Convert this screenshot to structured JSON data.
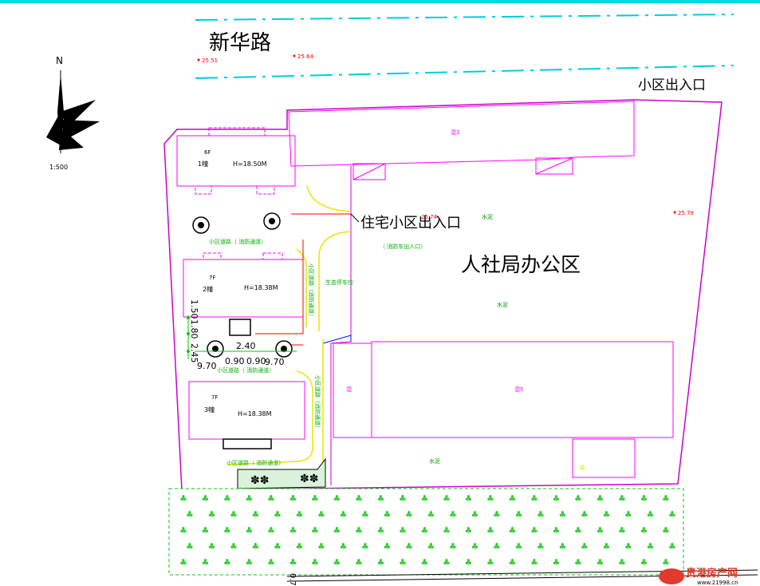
{
  "road": {
    "name": "新华路",
    "elev_a": "25.51",
    "elev_b": "25.64"
  },
  "north": {
    "letter": "N",
    "scale": "1:500"
  },
  "labels": {
    "community_exit": "小区出入口",
    "residential_exit": "住宅小区出入口",
    "office_area": "人社局办公区",
    "fire_exit": "（ 消防车出入口）",
    "elev_right": "25.78",
    "elev_mid": "25.74"
  },
  "buildings": [
    {
      "floors": "6F",
      "name": "1幢",
      "height": "H=18.50M"
    },
    {
      "floors": "7F",
      "name": "2幢",
      "height": "H=18.38M"
    },
    {
      "floors": "7F",
      "name": "3幢",
      "height": "H=18.38M"
    }
  ],
  "office_buildings": {
    "b3": "混3",
    "b5": "混5",
    "small": "混",
    "shed": "砖"
  },
  "surfaces": {
    "cement": "水泥",
    "ecological": "生态停车位"
  },
  "roads": {
    "fire_lane": "小区道路（ 消防通道）",
    "fire_lane_v": "小区道路（消防通道）"
  },
  "dims": {
    "d150": "1.50",
    "d180": "1.80",
    "d245": "2.45",
    "d240": "2.40",
    "d970a": "9.70",
    "d090a": "0.90",
    "d090b": "0.90",
    "d970b": "9.70",
    "bottom": "0.7"
  },
  "watermark": {
    "name": "贵港房产网",
    "url": "www.21998.cn"
  },
  "colors": {
    "magenta": "#ff00ff",
    "green": "#00cc00",
    "cyan": "#00ccdd",
    "yellow": "#e6e600",
    "red": "#ff0000",
    "blue": "#0000ff",
    "shrub": "#33cc33"
  }
}
